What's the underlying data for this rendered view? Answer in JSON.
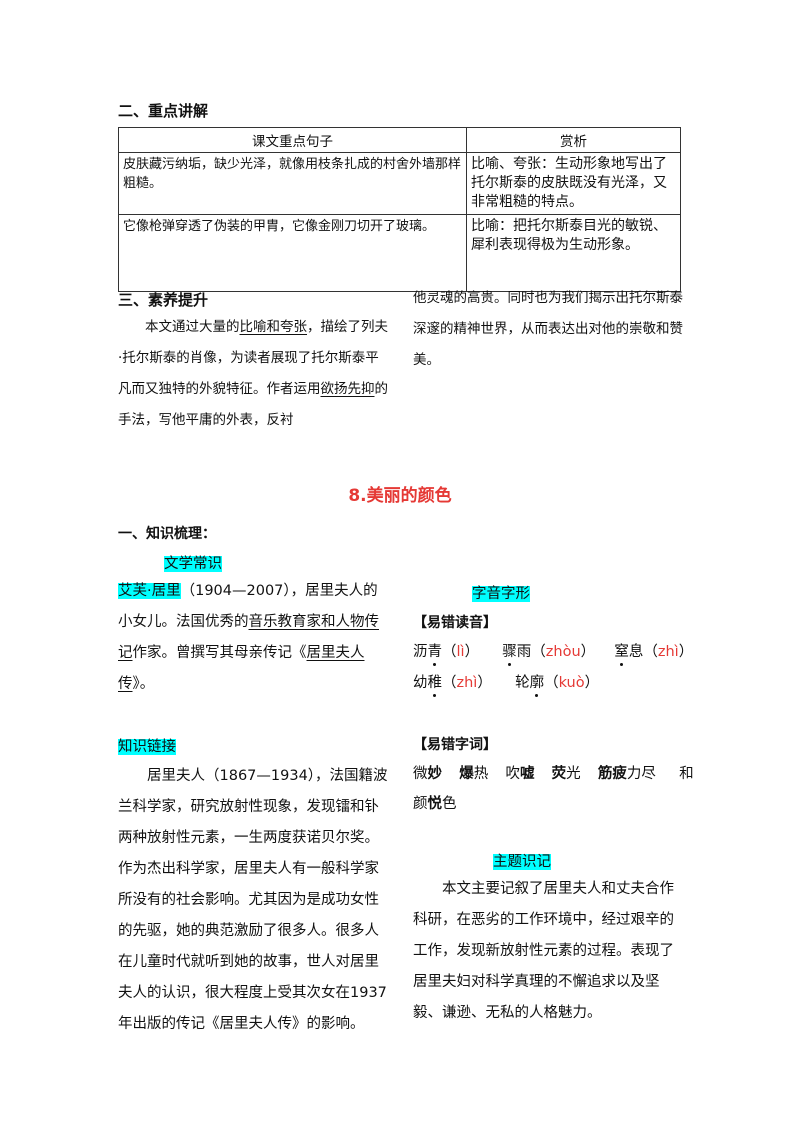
{
  "sec2": {
    "heading": "二、重点讲解"
  },
  "table": {
    "col1": "课文重点句子",
    "col2": "赏析",
    "rows": [
      {
        "sentence": "皮肤藏污纳垢，缺少光泽，就像用枝条扎成的村舍外墙那样粗糙。",
        "analysis": "比喻、夸张：生动形象地写出了托尔斯泰的皮肤既没有光泽，又非常粗糙的特点。"
      },
      {
        "sentence": "它像枪弹穿透了伪装的甲胄，它像金刚刀切开了玻璃。",
        "analysis": "比喻：把托尔斯泰目光的敏锐、犀利表现得极为生动形象。"
      }
    ]
  },
  "sec3": {
    "heading": "三、素养提升",
    "p1a": "本文通过大量的",
    "p1b": "比喻和夸张",
    "p1c": "，描绘了列夫·托尔斯泰的肖像，为读者展现了托尔斯泰平凡而又独特的外貌特征。作者运用",
    "p1d": "欲扬先抑",
    "p1e": "的手法，写他平庸的外表，反衬",
    "p2": "他灵魂的高贵。同时也为我们揭示出托尔斯泰深邃的精神世界，从而表达出对他的崇敬和赞美。"
  },
  "lesson": {
    "title": "8.美丽的颜色"
  },
  "knowledge": {
    "heading": "一、知识梳理：",
    "lit_label": "文学常识",
    "author_name": "艾芙·居里",
    "author_text_a": "（1904—2007），居里夫人的小女儿。法国优秀的",
    "author_text_b": "音乐教育家和人物传记",
    "author_text_c": "作家。曾撰写其母亲传记《",
    "author_text_d": "居里夫人传",
    "author_text_e": "》。",
    "link_label": "知识链接",
    "link_text": "居里夫人（1867—1934），法国籍波兰科学家，研究放射性现象，发现镭和钋两种放射性元素，一生两度获诺贝尔奖。作为杰出科学家，居里夫人有一般科学家所没有的社会影响。尤其因为是成功女性的先驱，她的典范激励了很多人。很多人在儿童时代就听到她的故事，世人对居里夫人的认识，很大程度上受其次女在1937年出版的传记《居里夫人传》的影响。"
  },
  "pron": {
    "label": "字音字形",
    "heading": "【易错读音】",
    "items": [
      {
        "pre": "沥",
        "dot": "青",
        "py": "lì"
      },
      {
        "pre": "骤",
        "dot": "",
        "post": "雨",
        "py": "zhòu"
      },
      {
        "pre": "窒",
        "dot": "",
        "post": "息",
        "py": "zhì"
      },
      {
        "pre": "幼",
        "dot": "稚",
        "py": "zhì"
      },
      {
        "pre": "轮",
        "dot": "廓",
        "py": "kuò"
      }
    ]
  },
  "typo": {
    "heading": "【易错字词】",
    "w1a": "微",
    "w1b": "妙",
    "w2a": "爆",
    "w2b": "热",
    "w3a": "吹",
    "w3b": "嘘",
    "w4a": "荧",
    "w4b": "光",
    "w5a": "筋疲",
    "w5b": "力尽",
    "and": "和",
    "w6a": "颜",
    "w6b": "悦",
    "w6c": "色"
  },
  "theme": {
    "label": "主题识记",
    "text": "本文主要记叙了居里夫人和丈夫合作科研，在恶劣的工作环境中，经过艰辛的工作，发现新放射性元素的过程。表现了居里夫妇对科学真理的不懈追求以及坚毅、谦逊、无私的人格魅力。"
  }
}
